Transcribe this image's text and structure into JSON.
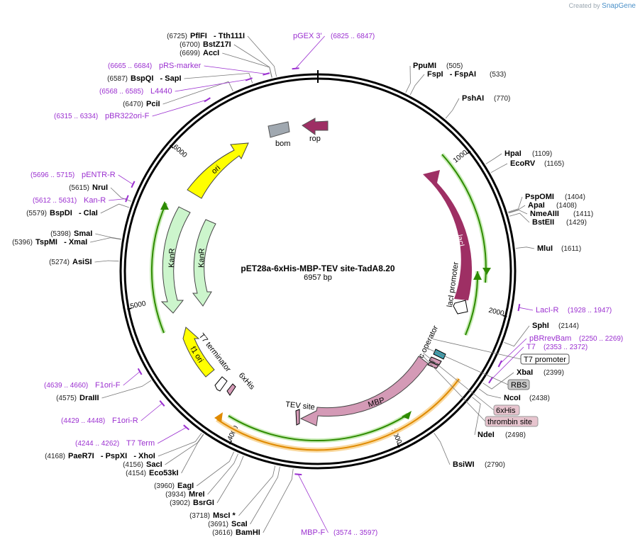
{
  "branding": {
    "prefix": "Created by",
    "name": "SnapGene"
  },
  "plasmid": {
    "name": "pET28a-6xHis-MBP-TEV site-TadA8.20",
    "length_label": "6957 bp",
    "length": 6957
  },
  "ticks": [
    {
      "pos": 1000,
      "label": "1000"
    },
    {
      "pos": 2000,
      "label": "2000"
    },
    {
      "pos": 3000,
      "label": "3000"
    },
    {
      "pos": 4000,
      "label": "4000"
    },
    {
      "pos": 5000,
      "label": "5000"
    },
    {
      "pos": 6000,
      "label": "6000"
    }
  ],
  "enzymes": [
    {
      "id": "pfli",
      "pos": 6725,
      "num": "(6725)",
      "names": "PflFI   - Tth111I",
      "side": "left"
    },
    {
      "id": "bstz17i",
      "pos": 6700,
      "num": "(6700)",
      "names": "BstZ17I",
      "side": "left"
    },
    {
      "id": "acci",
      "pos": 6699,
      "num": "(6699)",
      "names": "AccI",
      "side": "left"
    },
    {
      "id": "bspqi",
      "pos": 6587,
      "num": "(6587)",
      "names": "BspQI   - SapI",
      "side": "left"
    },
    {
      "id": "pcii",
      "pos": 6470,
      "num": "(6470)",
      "names": "PciI",
      "side": "left"
    },
    {
      "id": "nrui",
      "pos": 5615,
      "num": "(5615)",
      "names": "NruI",
      "side": "left"
    },
    {
      "id": "bspdi",
      "pos": 5579,
      "num": "(5579)",
      "names": "BspDI   - ClaI",
      "side": "left"
    },
    {
      "id": "smai",
      "pos": 5398,
      "num": "(5398)",
      "names": "SmaI",
      "side": "left"
    },
    {
      "id": "tspmi",
      "pos": 5396,
      "num": "(5396)",
      "names": "TspMI   - XmaI",
      "side": "left"
    },
    {
      "id": "asisi",
      "pos": 5274,
      "num": "(5274)",
      "names": "AsiSI",
      "side": "left"
    },
    {
      "id": "draiii",
      "pos": 4575,
      "num": "(4575)",
      "names": "DraIII",
      "side": "left"
    },
    {
      "id": "paer7i",
      "pos": 4168,
      "num": "(4168)",
      "names": "PaeR7I   - PspXI   - XhoI",
      "side": "left"
    },
    {
      "id": "saci",
      "pos": 4156,
      "num": "(4156)",
      "names": "SacI",
      "side": "left"
    },
    {
      "id": "eco53ki",
      "pos": 4154,
      "num": "(4154)",
      "names": "Eco53kI",
      "side": "left"
    },
    {
      "id": "eagi",
      "pos": 3960,
      "num": "(3960)",
      "names": "EagI",
      "side": "left"
    },
    {
      "id": "mrei",
      "pos": 3934,
      "num": "(3934)",
      "names": "MreI",
      "side": "left"
    },
    {
      "id": "bsrgi",
      "pos": 3902,
      "num": "(3902)",
      "names": "BsrGI",
      "side": "left"
    },
    {
      "id": "msci",
      "pos": 3718,
      "num": "(3718)",
      "names": "MscI *",
      "side": "left"
    },
    {
      "id": "scai",
      "pos": 3691,
      "num": "(3691)",
      "names": "ScaI",
      "side": "left"
    },
    {
      "id": "bamhi",
      "pos": 3616,
      "num": "(3616)",
      "names": "BamHI",
      "side": "left"
    },
    {
      "id": "ppumi",
      "pos": 505,
      "num": "(505)",
      "names": "PpuMI",
      "side": "right"
    },
    {
      "id": "fspi",
      "pos": 533,
      "num": "(533)",
      "names": "FspI   - FspAI",
      "side": "right"
    },
    {
      "id": "pshai",
      "pos": 770,
      "num": "(770)",
      "names": "PshAI",
      "side": "right"
    },
    {
      "id": "hpai",
      "pos": 1109,
      "num": "(1109)",
      "names": "HpaI",
      "side": "right"
    },
    {
      "id": "ecorv",
      "pos": 1165,
      "num": "(1165)",
      "names": "EcoRV",
      "side": "right"
    },
    {
      "id": "pspomi",
      "pos": 1404,
      "num": "(1404)",
      "names": "PspOMI",
      "side": "right"
    },
    {
      "id": "apai",
      "pos": 1408,
      "num": "(1408)",
      "names": "ApaI",
      "side": "right"
    },
    {
      "id": "nmeaiii",
      "pos": 1411,
      "num": "(1411)",
      "names": "NmeAIII",
      "side": "right"
    },
    {
      "id": "bsteii",
      "pos": 1429,
      "num": "(1429)",
      "names": "BstEII",
      "side": "right"
    },
    {
      "id": "mlui",
      "pos": 1611,
      "num": "(1611)",
      "names": "MluI",
      "side": "right"
    },
    {
      "id": "sphi",
      "pos": 2144,
      "num": "(2144)",
      "names": "SphI",
      "side": "right"
    },
    {
      "id": "xbai",
      "pos": 2399,
      "num": "(2399)",
      "names": "XbaI",
      "side": "right"
    },
    {
      "id": "ncoi",
      "pos": 2438,
      "num": "(2438)",
      "names": "NcoI",
      "side": "right"
    },
    {
      "id": "ndei",
      "pos": 2498,
      "num": "(2498)",
      "names": "NdeI",
      "side": "right"
    },
    {
      "id": "bsiwi",
      "pos": 2790,
      "num": "(2790)",
      "names": "BsiWI",
      "side": "right"
    }
  ],
  "primers": [
    {
      "id": "pgex3",
      "pos": 6836,
      "name": "pGEX 3'",
      "range": "(6825 .. 6847)"
    },
    {
      "id": "prsmarker",
      "pos": 6674,
      "name": "pRS-marker",
      "range": "(6665 .. 6684)"
    },
    {
      "id": "l4440",
      "pos": 6576,
      "name": "L4440",
      "range": "(6568 .. 6585)"
    },
    {
      "id": "pbr322ori",
      "pos": 6324,
      "name": "pBR322ori-F",
      "range": "(6315 .. 6334)"
    },
    {
      "id": "pentrr",
      "pos": 5705,
      "name": "pENTR-R",
      "range": "(5696 .. 5715)"
    },
    {
      "id": "kanr",
      "pos": 5621,
      "name": "Kan-R",
      "range": "(5612 .. 5631)"
    },
    {
      "id": "f1orif",
      "pos": 4649,
      "name": "F1ori-F",
      "range": "(4639 .. 4660)"
    },
    {
      "id": "f1orir",
      "pos": 4438,
      "name": "F1ori-R",
      "range": "(4429 .. 4448)"
    },
    {
      "id": "t7term",
      "pos": 4253,
      "name": "T7 Term",
      "range": "(4244 .. 4262)"
    },
    {
      "id": "mbpf",
      "pos": 3585,
      "name": "MBP-F",
      "range": "(3574 .. 3597)"
    },
    {
      "id": "lacir",
      "pos": 1937,
      "name": "LacI-R",
      "range": "(1928 .. 1947)"
    },
    {
      "id": "pbrrevbam",
      "pos": 2260,
      "name": "pBRrevBam",
      "range": "(2250 .. 2269)"
    },
    {
      "id": "t7",
      "pos": 2362,
      "name": "T7",
      "range": "(2353 .. 2372)"
    }
  ],
  "boxed_features": [
    {
      "id": "t7promoter",
      "label": "T7 promoter",
      "fill": "#ffffff"
    },
    {
      "id": "rbs",
      "label": "RBS",
      "fill": "#c8c8c8"
    },
    {
      "id": "6xhis",
      "label": "6xHis",
      "fill": "#e7c4ce"
    },
    {
      "id": "thrombin",
      "label": "thrombin site",
      "fill": "#e7c4ce"
    }
  ],
  "features": [
    {
      "id": "lacI",
      "label": "lacI",
      "color": "#9e2f64"
    },
    {
      "id": "lacIpromoter",
      "label": "lacI promoter",
      "color": "#ffffff"
    },
    {
      "id": "lacoperator",
      "label": "lac operator",
      "color": "#3ea0b0"
    },
    {
      "id": "mbp",
      "label": "MBP",
      "color": "#d49ab6"
    },
    {
      "id": "tevsite",
      "label": "TEV site",
      "color": "#d49ab6"
    },
    {
      "id": "6xhisfeat",
      "label": "6xHis",
      "color": "#d49ab6"
    },
    {
      "id": "t7terminator",
      "label": "T7 terminator",
      "color": "#ffffff"
    },
    {
      "id": "f1ori",
      "label": "f1 ori",
      "color": "#ffff00"
    },
    {
      "id": "kanr1",
      "label": "KanR",
      "color": "#ccf5cc"
    },
    {
      "id": "kanr2",
      "label": "KanR",
      "color": "#ccf5cc"
    },
    {
      "id": "ori",
      "label": "ori",
      "color": "#ffff00"
    },
    {
      "id": "bom",
      "label": "bom",
      "color": "#a0a8b0"
    },
    {
      "id": "rop",
      "label": "rop",
      "color": "#9e2f64"
    }
  ],
  "colors": {
    "backbone": "#000000",
    "primer": "#9b30d0",
    "orf_green": "#2e8b00",
    "orf_orange": "#e08a00"
  }
}
